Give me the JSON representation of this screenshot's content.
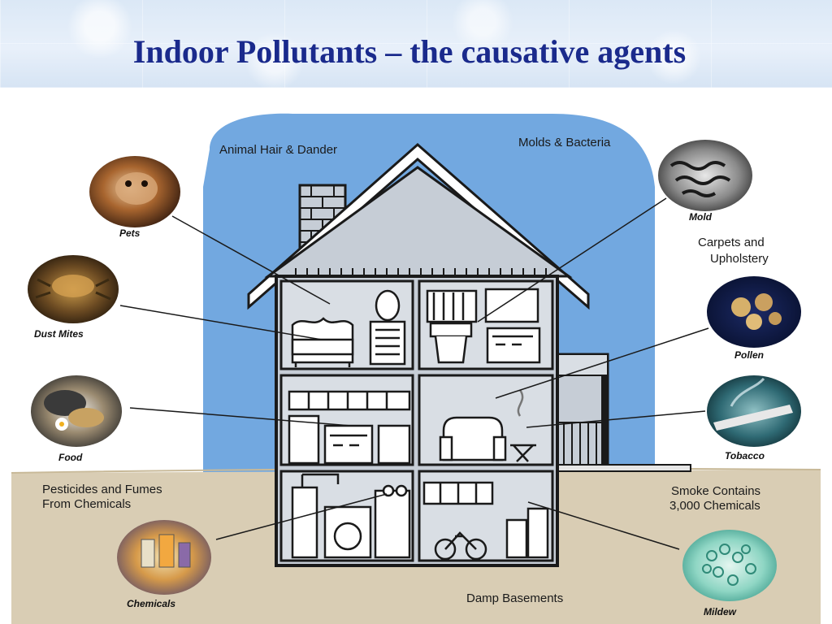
{
  "title": "Indoor Pollutants – the causative agents",
  "labels": {
    "animal_hair": "Animal Hair & Dander",
    "molds_bacteria": "Molds & Bacteria",
    "carpets_line1": "Carpets and",
    "carpets_line2": "Upholstery",
    "pesticides_line1": "Pesticides and Fumes",
    "pesticides_line2": "From Chemicals",
    "smoke_line1": "Smoke Contains",
    "smoke_line2": "3,000 Chemicals",
    "damp_basements": "Damp Basements"
  },
  "captions": {
    "pets": "Pets",
    "dust_mites": "Dust Mites",
    "food": "Food",
    "chemicals": "Chemicals",
    "mold": "Mold",
    "pollen": "Pollen",
    "tobacco": "Tobacco",
    "mildew": "Mildew"
  },
  "colors": {
    "title": "#1a2a8c",
    "sky": "#72a8e0",
    "ground": "#d9cdb4",
    "house_fill": "#c6cdd6",
    "house_outline": "#1a1a1a",
    "room_fill": "#d9dee4"
  }
}
